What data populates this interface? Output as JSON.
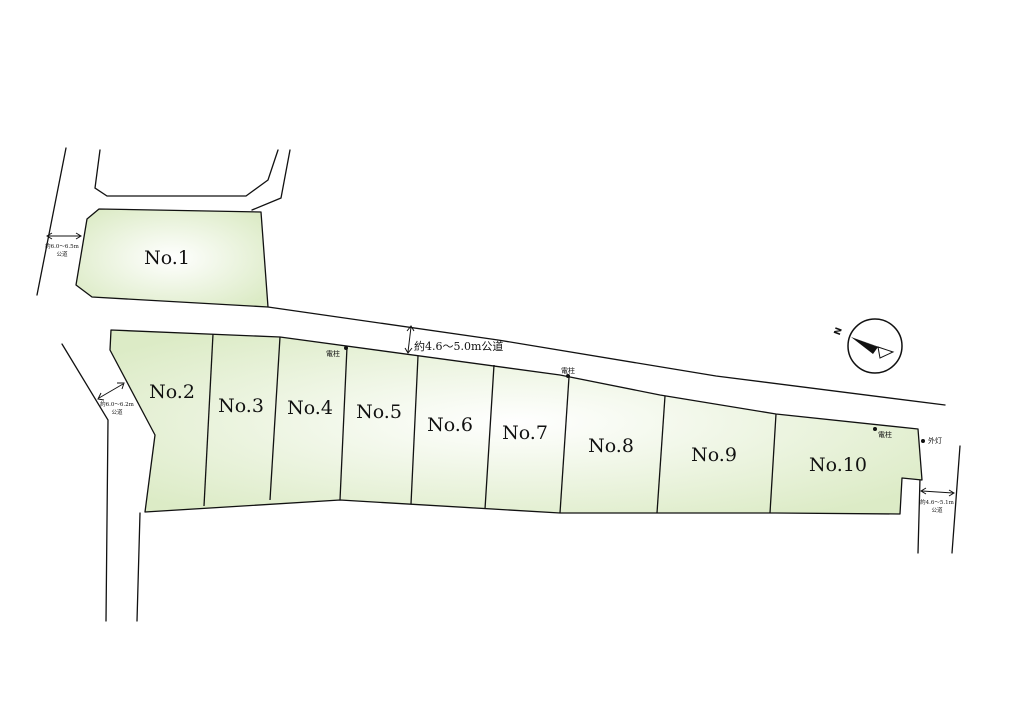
{
  "colors": {
    "lot_fill_center": "#ffffff",
    "lot_fill_edge": "#dcebc6",
    "line": "#111111",
    "background": "#ffffff"
  },
  "lots": [
    {
      "id": "lot-1",
      "label": "No.1"
    },
    {
      "id": "lot-2",
      "label": "No.2"
    },
    {
      "id": "lot-3",
      "label": "No.3"
    },
    {
      "id": "lot-4",
      "label": "No.4"
    },
    {
      "id": "lot-5",
      "label": "No.5"
    },
    {
      "id": "lot-6",
      "label": "No.6"
    },
    {
      "id": "lot-7",
      "label": "No.7"
    },
    {
      "id": "lot-8",
      "label": "No.8"
    },
    {
      "id": "lot-9",
      "label": "No.9"
    },
    {
      "id": "lot-10",
      "label": "No.10"
    }
  ],
  "roads": {
    "main": "約4.6～5.0m公道",
    "west_top": {
      "width": "約6.0～6.5m",
      "type": "公道"
    },
    "west_bottom": {
      "width": "約6.0～6.2m",
      "type": "公道"
    },
    "east": {
      "width": "約4.6～5.1m",
      "type": "公道"
    }
  },
  "utilities": {
    "pole_1": "電柱",
    "pole_2": "電柱",
    "pole_3": "電柱",
    "street_light": "外灯"
  },
  "compass": {
    "letter": "N",
    "icon": "north-arrow-icon"
  }
}
